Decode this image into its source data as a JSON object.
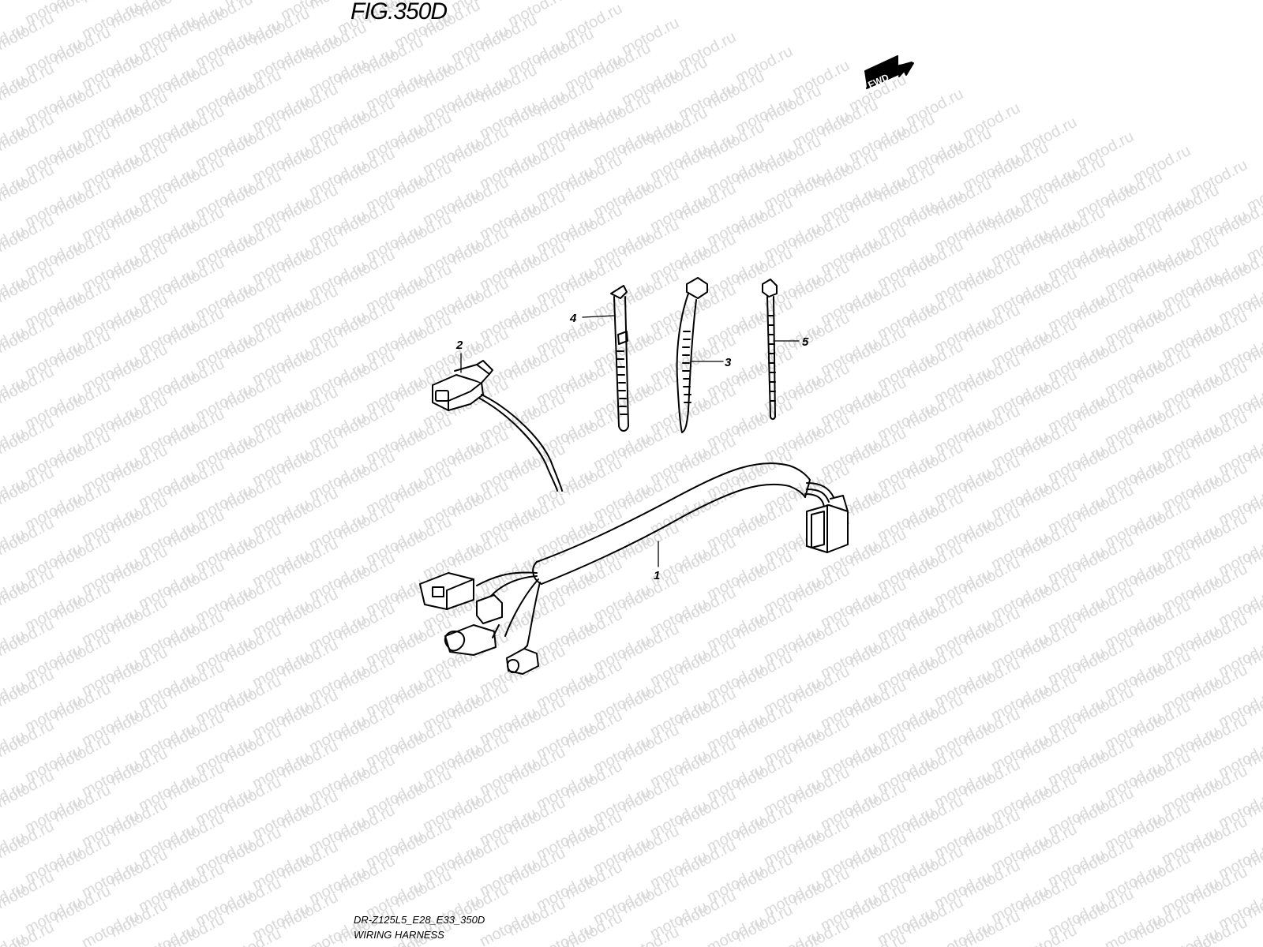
{
  "figure": {
    "title": "FIG.350D",
    "code": "DR-Z125L5_E28_E33_350D",
    "name": "WIRING HARNESS"
  },
  "orientation": {
    "label": "FWD"
  },
  "watermark": {
    "text": "motod.ru"
  },
  "parts": [
    {
      "number": "1",
      "icon": "wiring-harness-icon"
    },
    {
      "number": "2",
      "icon": "connector-with-lead-icon"
    },
    {
      "number": "3",
      "icon": "clamp-band-icon"
    },
    {
      "number": "4",
      "icon": "wide-clamp-band-icon"
    },
    {
      "number": "5",
      "icon": "cable-tie-icon"
    }
  ],
  "colors": {
    "line": "#000000",
    "watermark": "#d9d9d9",
    "background": "#ffffff"
  }
}
